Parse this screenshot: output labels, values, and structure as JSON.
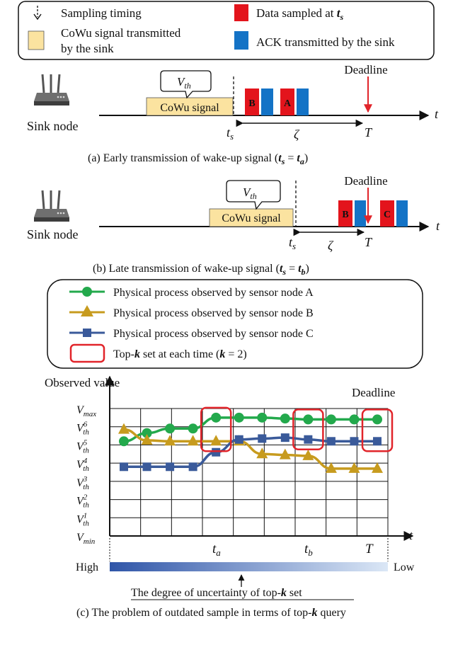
{
  "top_legend": {
    "sampling": "Sampling timing",
    "data_sampled": "Data sampled at",
    "cowu_line1": "CoWu signal transmitted",
    "cowu_line2": "by the sink",
    "ack": "ACK transmitted by the sink"
  },
  "panel_a": {
    "sink_label": "Sink node",
    "cowu_label": "CoWu signal",
    "bubble": "V",
    "bubble_sub": "th",
    "deadline": "Deadline",
    "packets": [
      "B",
      "A"
    ],
    "ts": "t",
    "ts_sub": "s",
    "zeta": "ζ",
    "T": "T",
    "t_axis": "t",
    "caption_text": "(a) Early transmission of wake-up signal (",
    "caption_math_main": "t",
    "caption_math_sub": "s",
    "caption_math_eq": " = ",
    "caption_math_rhs": "t",
    "caption_math_rhs_sub": "a",
    "caption_close": ")"
  },
  "panel_b": {
    "sink_label": "Sink node",
    "cowu_label": "CoWu signal",
    "bubble": "V",
    "bubble_sub": "th",
    "deadline": "Deadline",
    "packets": [
      "B",
      "C"
    ],
    "ts": "t",
    "ts_sub": "s",
    "zeta": "ζ",
    "T": "T",
    "t_axis": "t",
    "caption_text": "(b) Late transmission of wake-up signal (",
    "caption_math_main": "t",
    "caption_math_sub": "s",
    "caption_math_eq": " = ",
    "caption_math_rhs": "t",
    "caption_math_rhs_sub": "b",
    "caption_close": ")"
  },
  "mid_legend": {
    "a": "Physical process observed by sensor node A",
    "b": "Physical process observed by sensor node B",
    "c": "Physical process observed by sensor node C",
    "topk_pre": "Top-",
    "topk_k": "k",
    "topk_mid": " set at each time (",
    "topk_k2": "k",
    "topk_post": " = 2)"
  },
  "chart": {
    "y_title": "Observed value",
    "deadline": "Deadline",
    "y_ticks": [
      {
        "main": "V",
        "sub": "max",
        "sup": ""
      },
      {
        "main": "V",
        "sub": "th",
        "sup": "6"
      },
      {
        "main": "V",
        "sub": "th",
        "sup": "5"
      },
      {
        "main": "V",
        "sub": "th",
        "sup": "4"
      },
      {
        "main": "V",
        "sub": "th",
        "sup": "3"
      },
      {
        "main": "V",
        "sub": "th",
        "sup": "2"
      },
      {
        "main": "V",
        "sub": "th",
        "sup": "1"
      },
      {
        "main": "V",
        "sub": "min",
        "sup": ""
      }
    ],
    "x_ticks": [
      {
        "main": "t",
        "sub": "a"
      },
      {
        "main": "t",
        "sub": "b"
      },
      {
        "main": "T",
        "sub": ""
      }
    ],
    "t_axis": "t",
    "high": "High",
    "low": "Low",
    "uncertainty_pre": "The degree of uncertainty of top-",
    "uncertainty_k": "k",
    "uncertainty_post": " set",
    "caption": "(c) The problem of outdated sample in terms of top-",
    "caption_k": "k",
    "caption_post": " query"
  },
  "colors": {
    "green": "#23a94c",
    "gold": "#c79b1e",
    "blue": "#3a5a9a",
    "red": "#e1242a",
    "data_red": "#e3141c",
    "ack_blue": "#1473c6",
    "cowu": "#fbe3a0"
  },
  "chart_data": {
    "type": "line",
    "x": [
      1,
      2,
      3,
      4,
      5,
      6,
      7,
      8,
      9,
      10,
      11,
      12
    ],
    "series": [
      {
        "values": [
          5.2,
          5.65,
          5.9,
          5.9,
          6.5,
          6.5,
          6.5,
          6.45,
          6.4,
          6.4,
          6.4,
          6.4
        ]
      },
      {
        "values": [
          5.85,
          5.25,
          5.2,
          5.2,
          5.2,
          5.2,
          4.5,
          4.45,
          4.4,
          3.7,
          3.7,
          3.7
        ]
      },
      {
        "values": [
          3.8,
          3.8,
          3.8,
          3.8,
          4.6,
          5.3,
          5.35,
          5.4,
          5.3,
          5.2,
          5.2,
          5.2
        ]
      }
    ],
    "ylim": [
      0,
      7
    ],
    "highlight_times": [
      5,
      9,
      12
    ]
  }
}
